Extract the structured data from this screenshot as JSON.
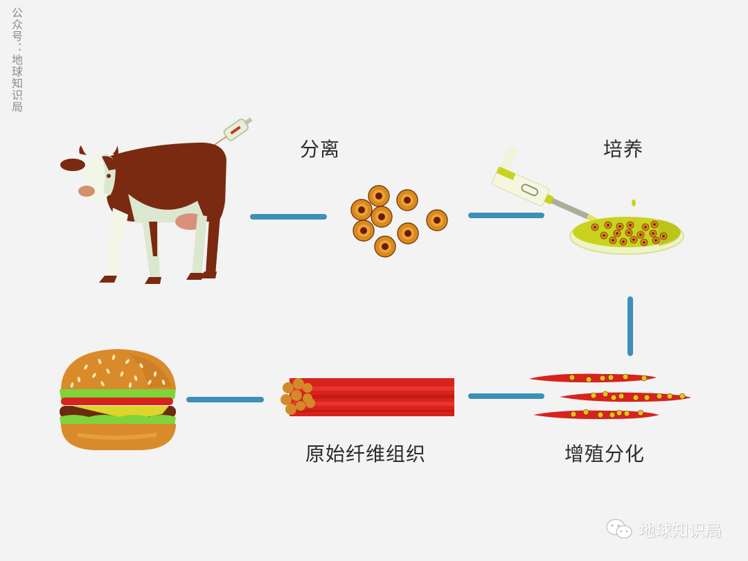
{
  "side_label": "公众号：地球知识局",
  "steps": [
    {
      "id": "cow",
      "label": ""
    },
    {
      "id": "separate",
      "label": "分离"
    },
    {
      "id": "culture",
      "label": "培养"
    },
    {
      "id": "proliferate",
      "label": "增殖分化"
    },
    {
      "id": "fiber",
      "label": "原始纤维组织"
    },
    {
      "id": "burger",
      "label": ""
    }
  ],
  "watermark": {
    "icon": "wechat-icon",
    "text": "地球知识局"
  },
  "colors": {
    "background": "#f3f3f3",
    "connector": "#3d8fb6",
    "cow_brown": "#7a2a10",
    "cow_white": "#dbe8cf",
    "cell_orange": "#d98a1c",
    "cell_nucleus": "#6a1c0c",
    "muscle_red": "#d8231c",
    "medium_yellow": "#c9d21e"
  }
}
